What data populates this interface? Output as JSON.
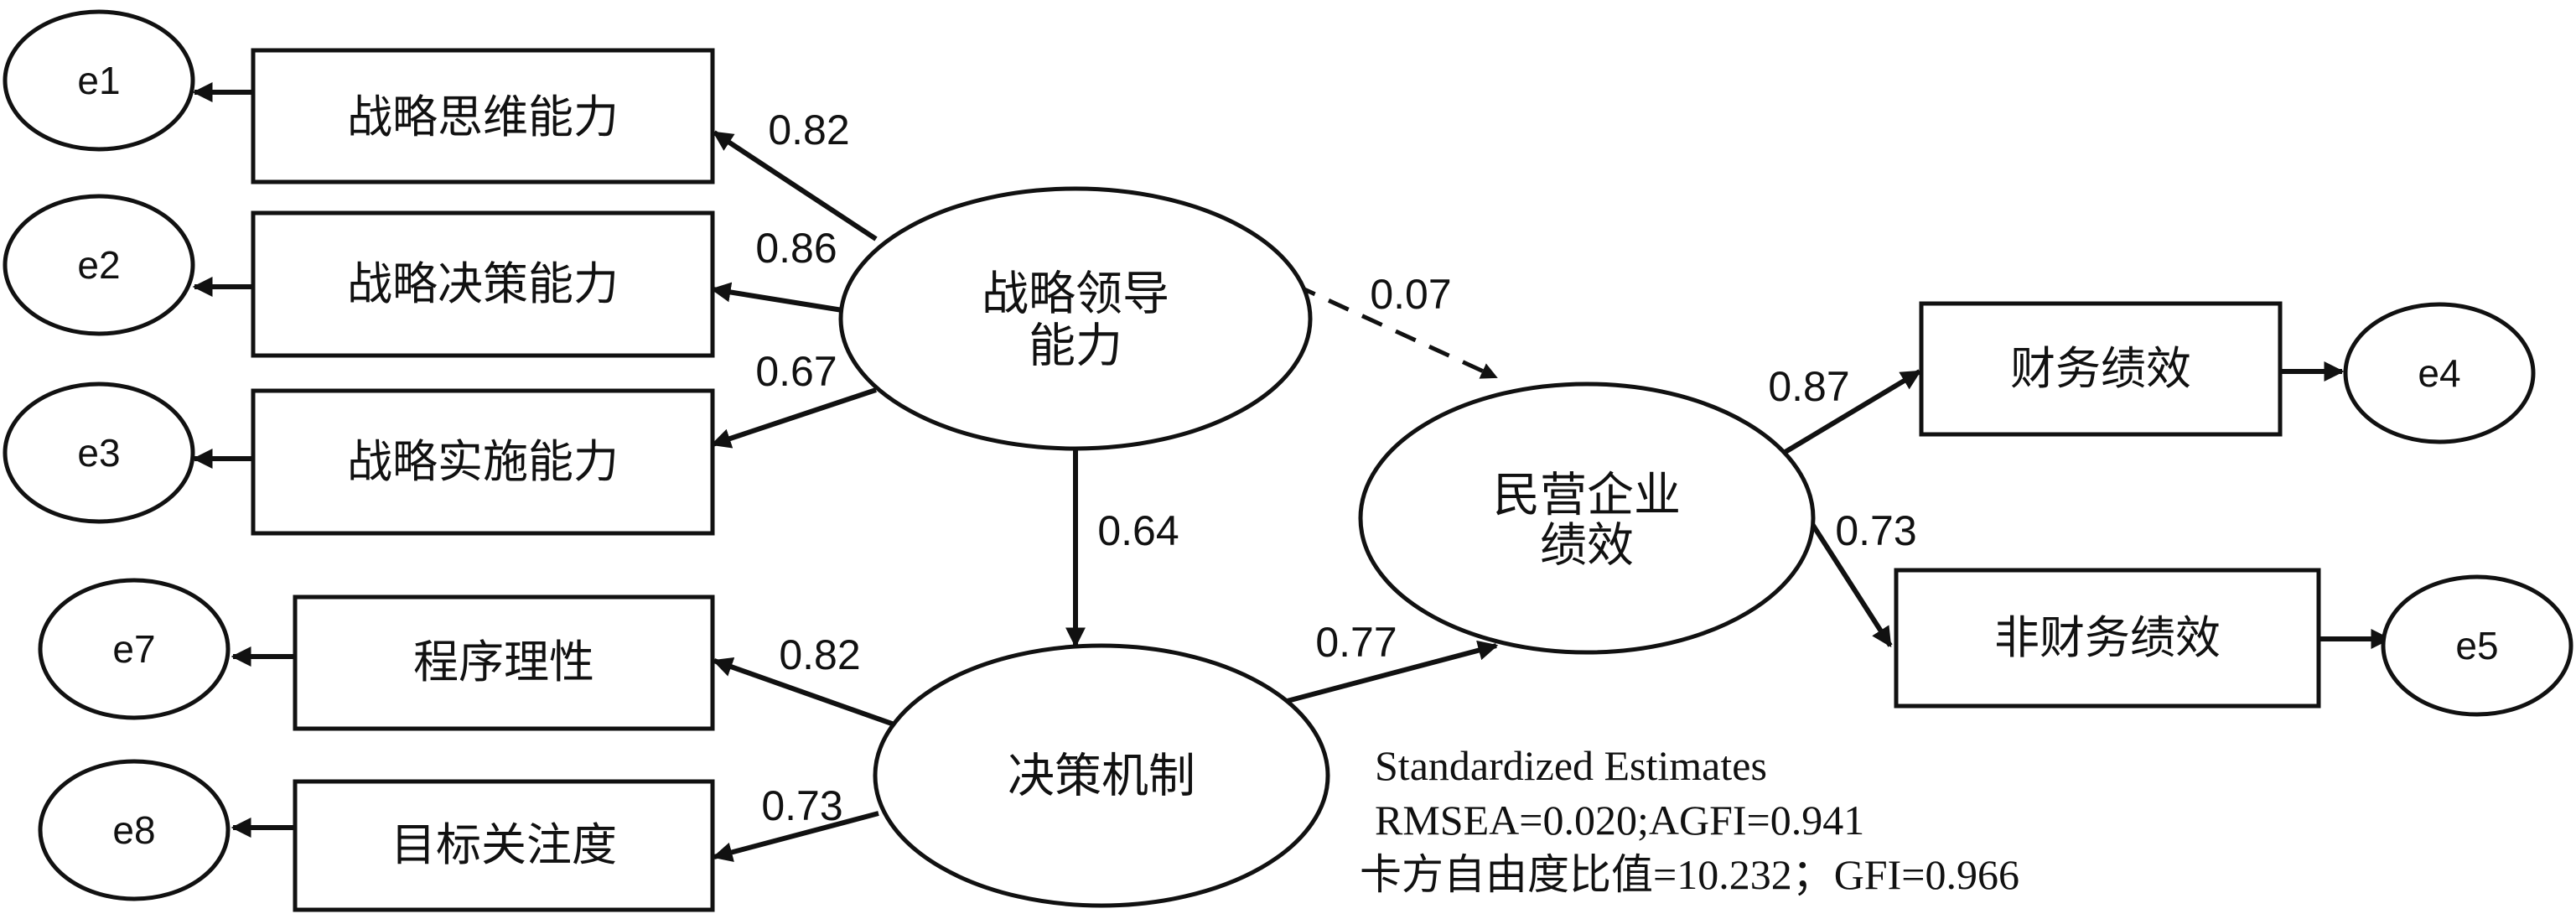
{
  "latents": {
    "strategic_leadership": {
      "line1": "战略领导",
      "line2": "能力"
    },
    "firm_performance": {
      "line1": "民营企业",
      "line2": "绩效"
    },
    "decision_mechanism": {
      "label": "决策机制"
    }
  },
  "indicators": {
    "thinking": "战略思维能力",
    "decision": "战略决策能力",
    "implementation": "战略实施能力",
    "financial": "财务绩效",
    "nonfinancial": "非财务绩效",
    "procedural": "程序理性",
    "goal_focus": "目标关注度"
  },
  "errors": {
    "e1": "e1",
    "e2": "e2",
    "e3": "e3",
    "e4": "e4",
    "e5": "e5",
    "e7": "e7",
    "e8": "e8"
  },
  "loadings": {
    "thinking": "0.82",
    "decision": "0.86",
    "implementation": "0.67",
    "leadership_to_performance": "0.07",
    "leadership_to_mechanism": "0.64",
    "mechanism_to_performance": "0.77",
    "financial": "0.87",
    "nonfinancial": "0.73",
    "procedural": "0.82",
    "goal_focus": "0.73"
  },
  "fit": {
    "title": "Standardized Estimates",
    "line1": "RMSEA=0.020;AGFI=0.941",
    "line2": "卡方自由度比值=10.232；GFI=0.966"
  }
}
